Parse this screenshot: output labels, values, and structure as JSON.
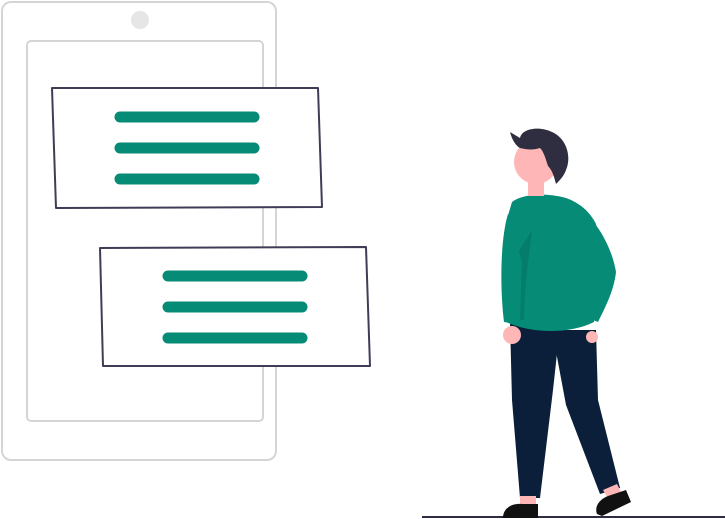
{
  "illustration": {
    "palette": {
      "accent": "#058b76",
      "accent_dark": "#047362",
      "outline_light": "#d5d5d5",
      "outline_dark": "#3f3d56",
      "skin": "#ffb6b6",
      "hair": "#2f2e41",
      "pants": "#0c1f3a",
      "shoe": "#111111",
      "ground": "#2f2e41",
      "card_fill": "#ffffff"
    },
    "icons": {
      "phone": "phone-outline-icon",
      "camera": "camera-dot-icon",
      "card_lines": "text-lines-icon",
      "person": "person-standing-icon"
    },
    "cards": [
      {
        "name": "message-card-top",
        "line_count": 3
      },
      {
        "name": "message-card-bottom",
        "line_count": 3
      }
    ]
  }
}
